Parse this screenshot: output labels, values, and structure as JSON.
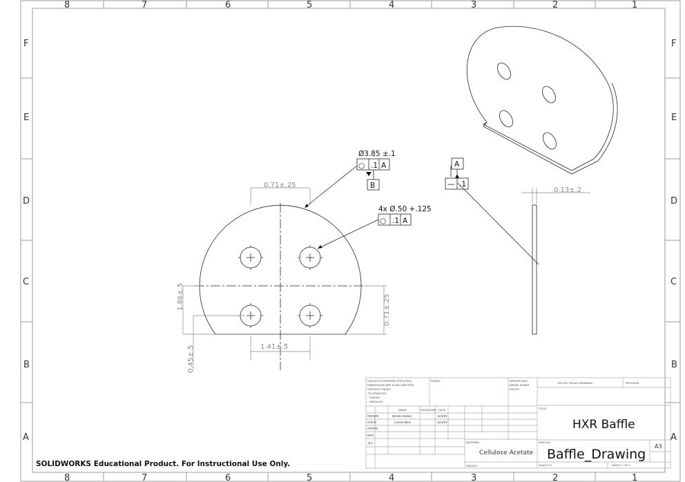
{
  "zones": {
    "columns": [
      "8",
      "7",
      "6",
      "5",
      "4",
      "3",
      "2",
      "1"
    ],
    "rows": [
      "F",
      "E",
      "D",
      "C",
      "B",
      "A"
    ]
  },
  "annotations": {
    "outer_diameter": "Ø3.85 ±.1",
    "outer_fcf": {
      "symbol": "○",
      "tolerance": ".1",
      "datum": "A"
    },
    "datum_b": "B",
    "holes": "4x  Ø.50 +.125",
    "holes_fcf": {
      "symbol": "○",
      "tolerance": ".1",
      "datum": "A"
    },
    "datum_a": "A",
    "flatness_fcf": {
      "symbol": "—",
      "tolerance": ".1"
    },
    "dim_top": "0.71±.25",
    "dim_right": "0.71±.25",
    "dim_left": "1.86±.5",
    "dim_bottom_left": "0.45±.5",
    "dim_spacing": "1.41±.5",
    "dim_thickness": "0.13±.2"
  },
  "title_block": {
    "notes": [
      "UNLESS OTHERWISE SPECIFIED:",
      "DIMENSIONS ARE IN MILLIMETERS",
      "SURFACE FINISH:",
      "TOLERANCES:",
      "LINEAR:",
      "ANGULAR:"
    ],
    "finish_label": "FINISH:",
    "deburr": [
      "DEBURR AND",
      "BREAK SHARP",
      "EDGES"
    ],
    "do_not_scale": "DO NOT SCALE DRAWING",
    "revision_label": "REVISION",
    "headers": {
      "name": "NAME",
      "signature": "SIGNATURE",
      "date": "DATE"
    },
    "rows": [
      {
        "role": "DRAWN",
        "name": "Dennis Decker",
        "date": "12/1/23"
      },
      {
        "role": "CHK'D",
        "name": "Lorenz Weiz",
        "date": "12/1/23"
      },
      {
        "role": "APPV'D",
        "name": "",
        "date": ""
      },
      {
        "role": "MFG",
        "name": "",
        "date": ""
      },
      {
        "role": "Q.A",
        "name": "",
        "date": ""
      }
    ],
    "material_label": "MATERIAL:",
    "material": "Cellulose Acetate",
    "weight_label": "WEIGHT:",
    "title_label": "TITLE:",
    "title": "HXR Baffle",
    "dwg_no_label": "DWG NO.",
    "dwg_no": "Baffle_Drawing",
    "size": "A3",
    "scale": "SCALE:2:1",
    "sheet": "SHEET 1 OF 1"
  },
  "watermark": "SOLIDWORKS Educational Product. For Instructional Use Only."
}
